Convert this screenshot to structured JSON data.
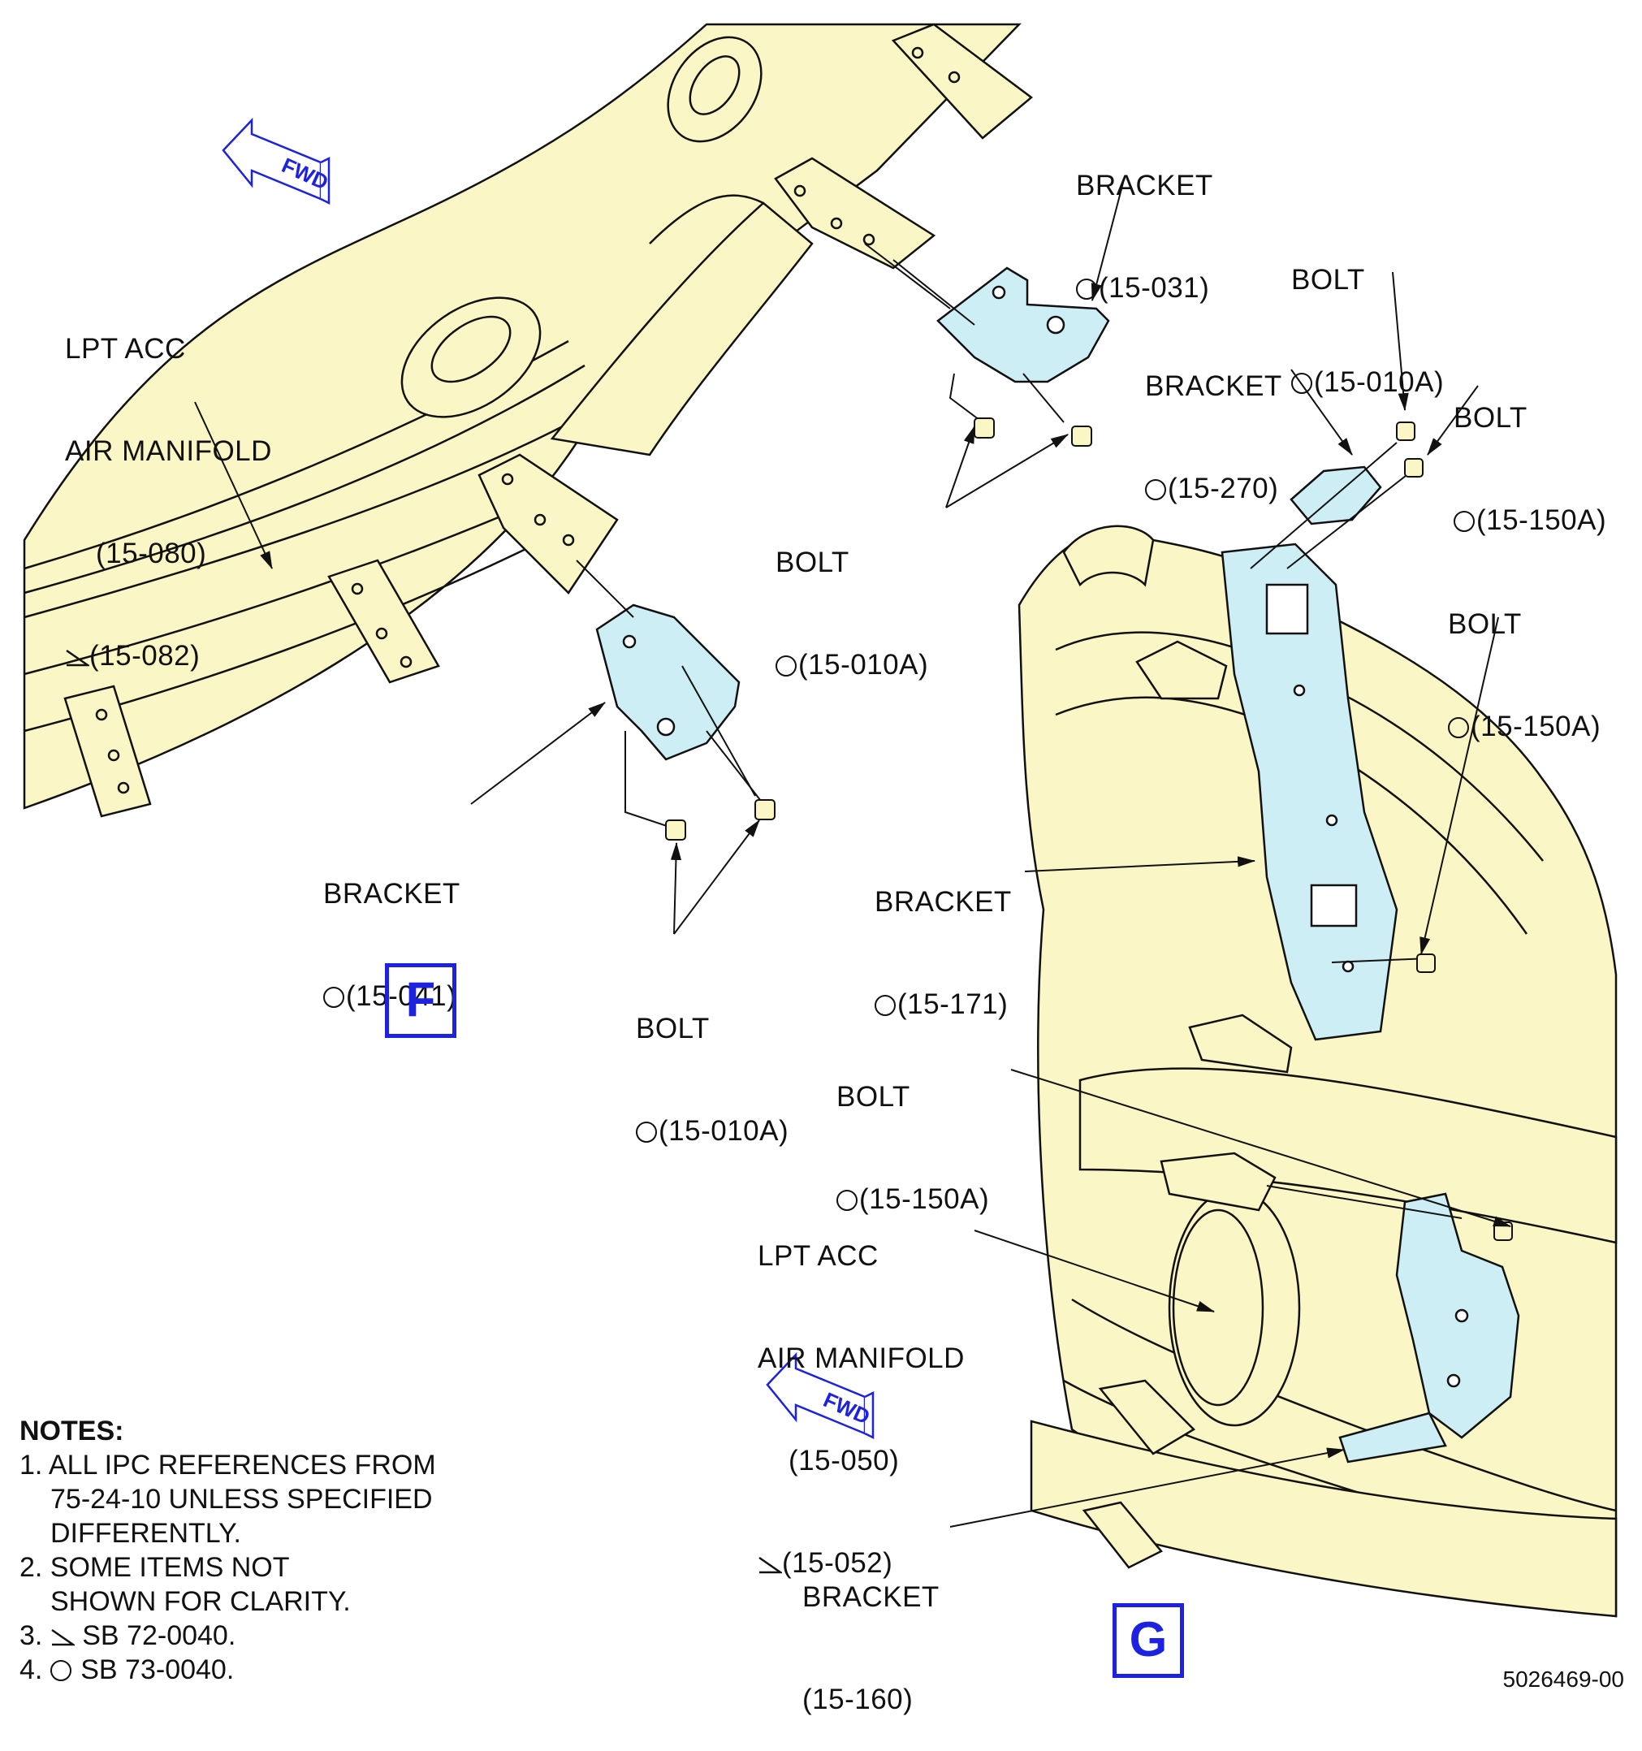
{
  "colors": {
    "manifold_fill": "#fbf6c6",
    "bracket_fill": "#cdeef5",
    "line": "#111111",
    "view_label": "#1d22e0",
    "fwd_arrow": "#1d22e0"
  },
  "fwd_arrows": {
    "label": "FWD",
    "icon": "fwd-direction-arrow-icon"
  },
  "views": {
    "f": "F",
    "g": "G"
  },
  "callouts": {
    "bracket_031": {
      "name": "BRACKET",
      "ref": "(15-031)",
      "mark": "circle"
    },
    "bolt_010a_top": {
      "name": "BOLT",
      "ref": "(15-010A)",
      "mark": "circle"
    },
    "bracket_270": {
      "name": "BRACKET",
      "ref": "(15-270)",
      "mark": "circle"
    },
    "bolt_150a_top": {
      "name": "BOLT",
      "ref": "(15-150A)",
      "mark": "circle"
    },
    "bolt_010a_mid": {
      "name": "BOLT",
      "ref": "(15-010A)",
      "mark": "circle"
    },
    "bolt_150a_mid": {
      "name": "BOLT",
      "ref": "(15-150A)",
      "mark": "circle"
    },
    "bracket_171": {
      "name": "BRACKET",
      "ref": "(15-171)",
      "mark": "circle"
    },
    "bracket_041": {
      "name": "BRACKET",
      "ref": "(15-041)",
      "mark": "circle"
    },
    "bolt_010a_low": {
      "name": "BOLT",
      "ref": "(15-010A)",
      "mark": "circle"
    },
    "bolt_150a_low": {
      "name": "BOLT",
      "ref": "(15-150A)",
      "mark": "circle"
    },
    "bracket_160": {
      "name": "BRACKET",
      "ref": "(15-160)"
    },
    "manifold_080": {
      "line1": "LPT ACC",
      "line2": "AIR MANIFOLD",
      "ref1": "(15-080)",
      "ref2": "(15-082)",
      "mark": "triangle"
    },
    "manifold_050": {
      "line1": "LPT ACC",
      "line2": "AIR MANIFOLD",
      "ref1": "(15-050)",
      "ref2": "(15-052)",
      "mark": "triangle"
    }
  },
  "notes": {
    "heading": "NOTES:",
    "n1a": "1. ALL IPC REFERENCES FROM",
    "n1b": "75-24-10 UNLESS SPECIFIED",
    "n1c": "DIFFERENTLY.",
    "n2a": "2. SOME ITEMS NOT",
    "n2b": "SHOWN FOR CLARITY.",
    "n3_prefix": "3.",
    "n3_text": " SB 72-0040.",
    "n4_prefix": "4.",
    "n4_text": " SB 73-0040."
  },
  "document_number": "5026469-00"
}
